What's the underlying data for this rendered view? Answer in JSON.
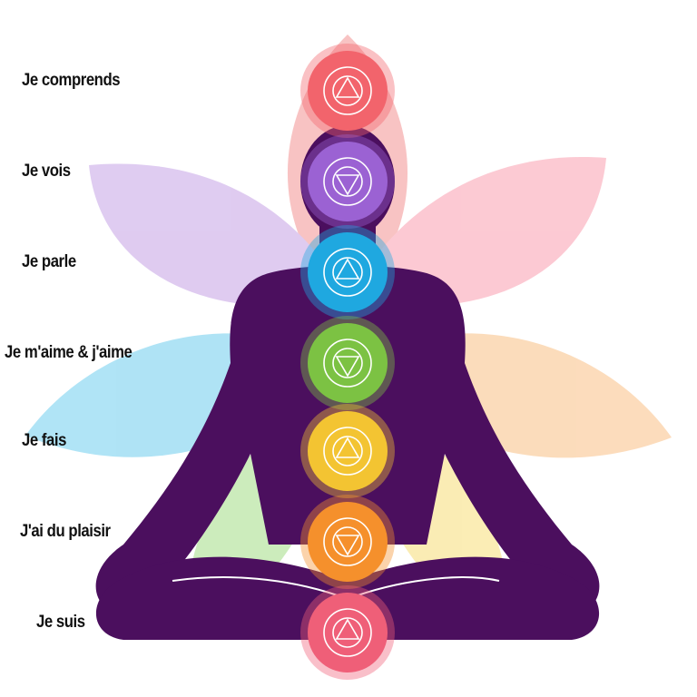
{
  "labels": [
    {
      "text": "Je comprends",
      "color": "#f2646c"
    },
    {
      "text": "Je vois",
      "color": "#9b62d3"
    },
    {
      "text": "Je parle",
      "color": "#1fa8e0"
    },
    {
      "text": "Je m'aime & j'aime",
      "color": "#7cc243"
    },
    {
      "text": "Je fais",
      "color": "#f3c432"
    },
    {
      "text": "J'ai du plaisir",
      "color": "#f5902c"
    },
    {
      "text": "Je suis",
      "color": "#ef5f78"
    }
  ],
  "silhouette_color": "#4b0f5e"
}
